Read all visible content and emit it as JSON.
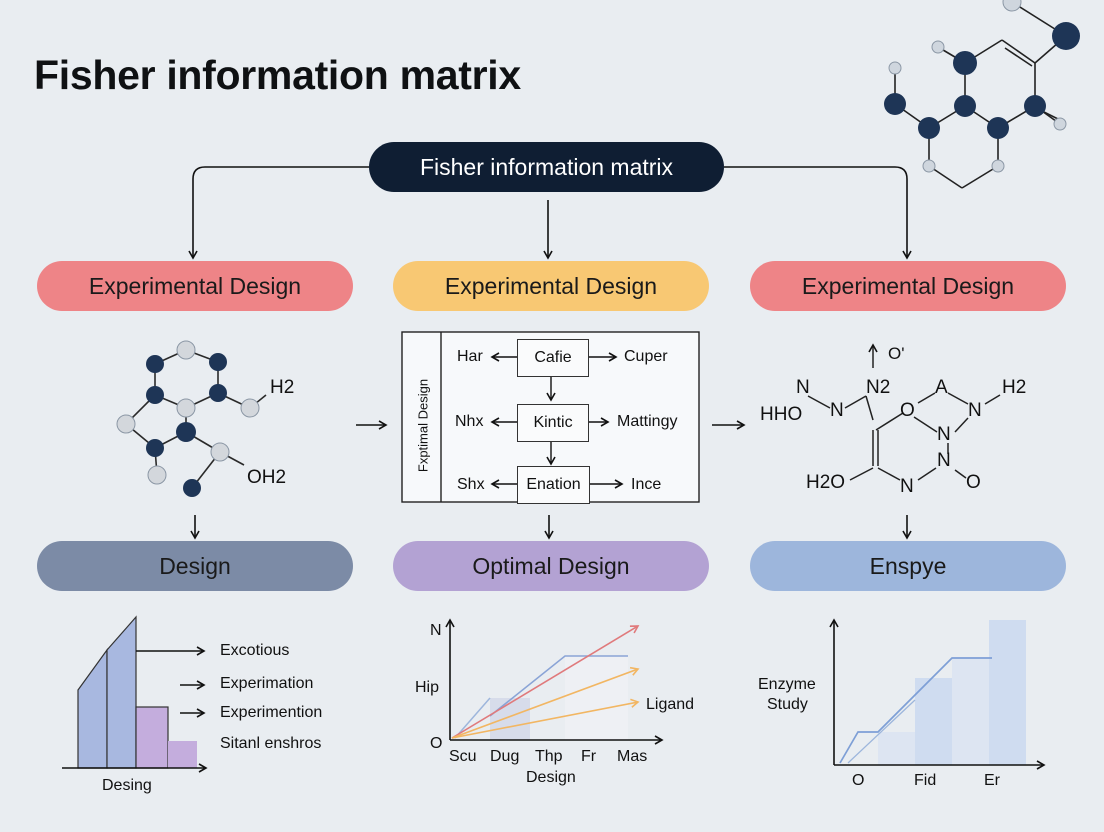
{
  "header": {
    "title": "Fisher information matrix"
  },
  "root_node": {
    "label": "Fisher information matrix"
  },
  "row1": [
    {
      "label": "Experimental Design",
      "color": "#ee8487"
    },
    {
      "label": "Experimental Design",
      "color": "#f8c873"
    },
    {
      "label": "Experimental Design",
      "color": "#ee8487"
    }
  ],
  "left_molecule": {
    "labels": [
      "H2",
      "OH2"
    ]
  },
  "flowchart": {
    "side_label": "Fxptimal Design",
    "rows": [
      {
        "left": "Har",
        "center": "Cafie",
        "right": "Cuper"
      },
      {
        "left": "Nhx",
        "center": "Kintic",
        "right": "Mattingy"
      },
      {
        "left": "Shx",
        "center": "Enation",
        "right": "Ince"
      }
    ]
  },
  "right_structure": {
    "labels": [
      "O'",
      "N",
      "N2",
      "A",
      "H2",
      "HHO",
      "N",
      "O",
      "N",
      "N",
      "N",
      "H2O",
      "N",
      "O"
    ]
  },
  "row2": [
    {
      "label": "Design",
      "color": "#7c8ba6"
    },
    {
      "label": "Optimal Design",
      "color": "#b3a2d3"
    },
    {
      "label": "Enspye",
      "color": "#9db6dc"
    }
  ],
  "chart_left": {
    "legend": [
      "Excotious",
      "Experimation",
      "Experimention",
      "Sitanl enshros"
    ],
    "xlabel": "Desing"
  },
  "chart_center": {
    "ylabel_top": "N",
    "ylabel_mid": "Hip",
    "y_origin": "O",
    "x_ticks": [
      "Scu",
      "Dug",
      "Thp",
      "Fr",
      "Mas"
    ],
    "xlabel": "Design",
    "series_label": "Ligand"
  },
  "chart_right": {
    "ylabel": [
      "Enzyme",
      "Study"
    ],
    "x_ticks": [
      "O",
      "Fid",
      "Er"
    ]
  }
}
